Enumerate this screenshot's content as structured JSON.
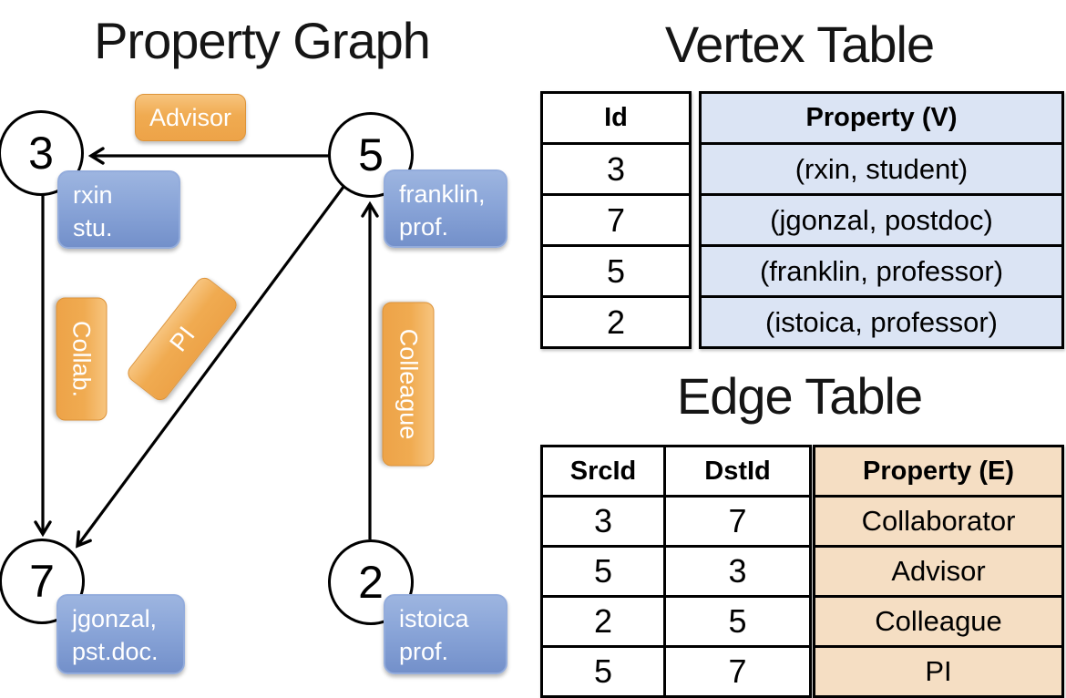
{
  "graph": {
    "title": "Property Graph",
    "nodes": [
      {
        "id": "3",
        "prop": [
          "rxin",
          "stu."
        ]
      },
      {
        "id": "5",
        "prop": [
          "franklin,",
          "prof."
        ]
      },
      {
        "id": "7",
        "prop": [
          "jgonzal,",
          "pst.doc."
        ]
      },
      {
        "id": "2",
        "prop": [
          "istoica",
          "prof."
        ]
      }
    ],
    "edge_labels": [
      {
        "label": "Advisor"
      },
      {
        "label": "Collab."
      },
      {
        "label": "PI"
      },
      {
        "label": "Colleague"
      }
    ]
  },
  "vertex_table": {
    "title": "Vertex Table",
    "columns": [
      "Id",
      "Property (V)"
    ],
    "rows": [
      {
        "id": "3",
        "property": "(rxin, student)"
      },
      {
        "id": "7",
        "property": "(jgonzal, postdoc)"
      },
      {
        "id": "5",
        "property": "(franklin, professor)"
      },
      {
        "id": "2",
        "property": "(istoica, professor)"
      }
    ]
  },
  "edge_table": {
    "title": "Edge Table",
    "columns": [
      "SrcId",
      "DstId",
      "Property (E)"
    ],
    "rows": [
      {
        "src": "3",
        "dst": "7",
        "property": "Collaborator"
      },
      {
        "src": "5",
        "dst": "3",
        "property": "Advisor"
      },
      {
        "src": "2",
        "dst": "5",
        "property": "Colleague"
      },
      {
        "src": "5",
        "dst": "7",
        "property": "PI"
      }
    ]
  },
  "colors": {
    "edge_accent": "#EDA348",
    "edge_accent_light": "#F7C47E",
    "edge_accent_border": "#DD9338",
    "vertex_accent": "#7390CA",
    "vertex_accent_light": "#9DB5E0",
    "vertex_accent_border": "#93ACDC",
    "vertex_table_fill": "#DBE4F4",
    "edge_table_fill": "#F5DEC3",
    "line_color": "#000000"
  }
}
